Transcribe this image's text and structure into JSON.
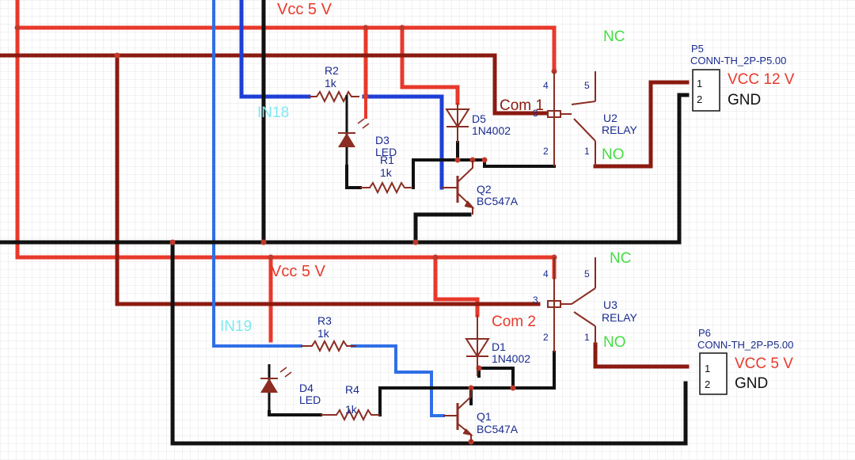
{
  "colors": {
    "red": "#e8392b",
    "darkred": "#8b1a10",
    "blue": "#2f6fe6",
    "black": "#111111",
    "comp": "#8b2d22",
    "navy": "#1a2b8f",
    "green": "#44dd44",
    "cyan": "#7fe8f0",
    "grid": "#e6e6e6"
  },
  "upper": {
    "vcc_label": "Vcc 5 V",
    "net_in": "IN18",
    "com": "Com 1",
    "nc": "NC",
    "no": "NO",
    "r_in": {
      "ref": "R2",
      "value": "1k"
    },
    "r_led": {
      "ref": "R1",
      "value": "1k"
    },
    "led": {
      "ref": "D3",
      "value": "LED"
    },
    "diode": {
      "ref": "D5",
      "value": "1N4002"
    },
    "transistor": {
      "ref": "Q2",
      "value": "BC547A"
    },
    "relay": {
      "ref": "U2",
      "value": "RELAY",
      "pins": [
        "4",
        "5",
        "3",
        "2",
        "1"
      ]
    },
    "connector": {
      "ref": "P5",
      "value": "CONN-TH_2P-P5.00",
      "pin1": "1",
      "pin2": "2",
      "net1": "VCC 12 V",
      "net2": "GND"
    }
  },
  "lower": {
    "vcc_label": "Vcc 5 V",
    "net_in": "IN19",
    "com": "Com 2",
    "nc": "NC",
    "no": "NO",
    "r_in": {
      "ref": "R3",
      "value": "1k"
    },
    "r_led": {
      "ref": "R4",
      "value": "1k"
    },
    "led": {
      "ref": "D4",
      "value": "LED"
    },
    "diode": {
      "ref": "D1",
      "value": "1N4002"
    },
    "transistor": {
      "ref": "Q1",
      "value": "BC547A"
    },
    "relay": {
      "ref": "U3",
      "value": "RELAY",
      "pins": [
        "4",
        "5",
        "3",
        "2",
        "1"
      ]
    },
    "connector": {
      "ref": "P6",
      "value": "CONN-TH_2P-P5.00",
      "pin1": "1",
      "pin2": "2",
      "net1": "VCC 5 V",
      "net2": "GND"
    }
  }
}
